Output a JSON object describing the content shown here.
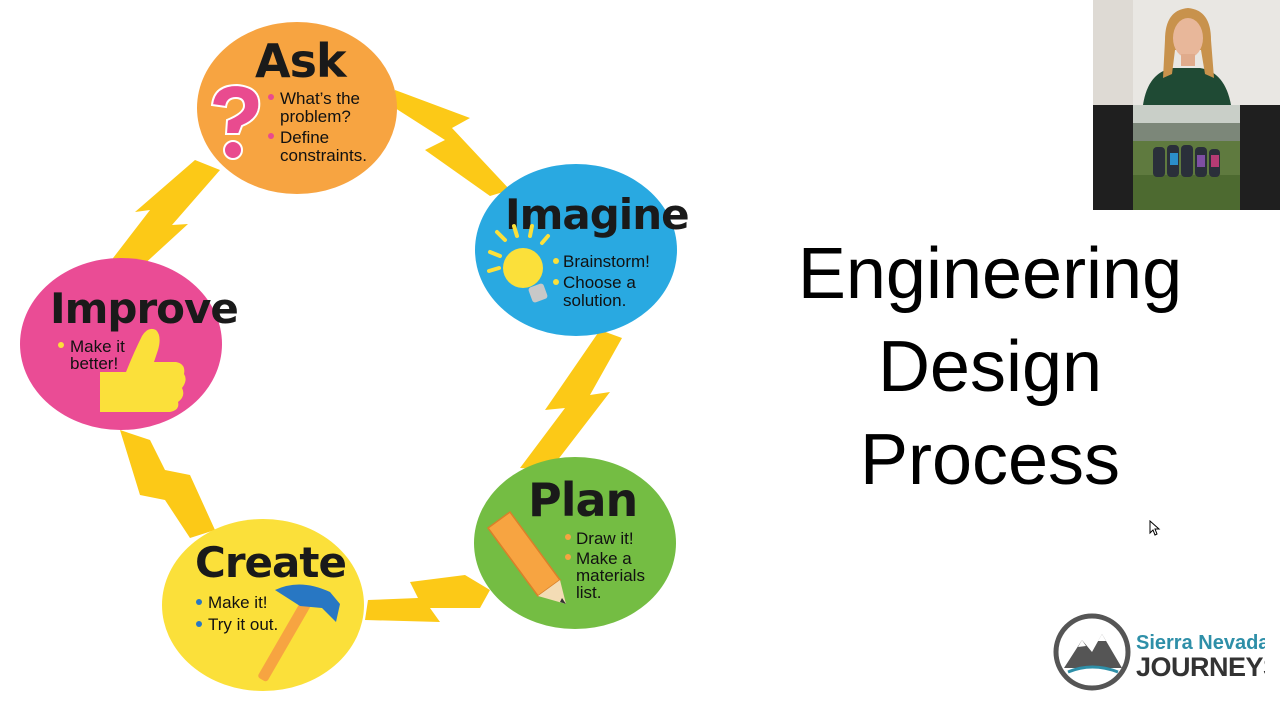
{
  "slide": {
    "title_lines": [
      "Engineering",
      "Design",
      "Process"
    ]
  },
  "cycle": {
    "ask": {
      "title": "Ask",
      "bullets": [
        "What’s the",
        "problem?",
        "Define",
        "constraints."
      ],
      "color": "#f7a441"
    },
    "imagine": {
      "title": "Imagine",
      "bullets": [
        "Brainstorm!",
        "Choose a",
        "solution."
      ],
      "color": "#29a9e1"
    },
    "plan": {
      "title": "Plan",
      "bullets": [
        "Draw it!",
        "Make a",
        "materials",
        "list."
      ],
      "color": "#74bd43"
    },
    "create": {
      "title": "Create",
      "bullets": [
        "Make it!",
        "Try it out."
      ],
      "color": "#fbe03a"
    },
    "improve": {
      "title": "Improve",
      "bullets": [
        "Make it",
        "better!"
      ],
      "color": "#ea4c95"
    },
    "bolt_color": "#fcc917"
  },
  "logo": {
    "line1": "Sierra Nevada",
    "line2": "JOURNEYS"
  }
}
